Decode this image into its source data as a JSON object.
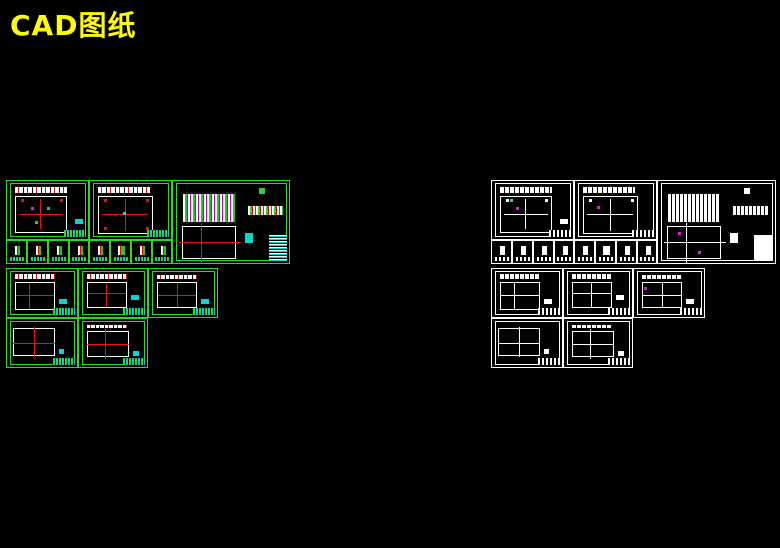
{
  "header": {
    "title": "CAD图纸",
    "title_color": "#ffff00"
  },
  "canvas": {
    "background": "#000000"
  },
  "groups": [
    {
      "name": "color-drawing-set",
      "border_color": "#22dd22",
      "sheet_count": 16
    },
    {
      "name": "monochrome-drawing-set",
      "border_color": "#ffffff",
      "sheet_count": 16
    }
  ],
  "colors": {
    "green": "#22dd22",
    "red": "#ee1111",
    "cyan": "#00d8d8",
    "magenta": "#e020e0",
    "white": "#ffffff",
    "yellow": "#ffff00"
  }
}
